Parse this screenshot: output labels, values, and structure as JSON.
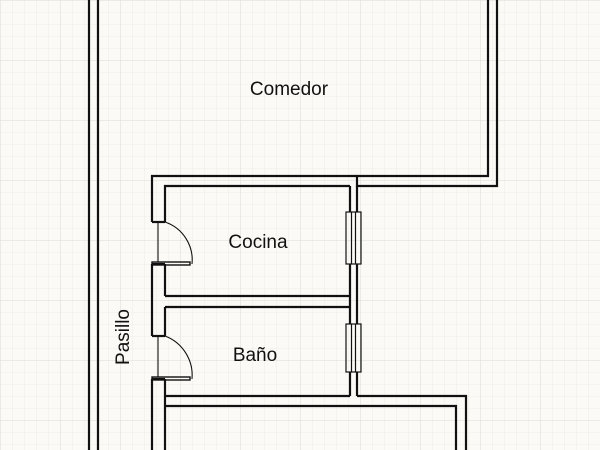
{
  "rooms": {
    "comedor": "Comedor",
    "cocina": "Cocina",
    "bano": "Baño",
    "pasillo": "Pasillo"
  },
  "colors": {
    "background": "#fbfaf6",
    "grid_minor": "#ebe9e2",
    "grid_major": "#dedbd2",
    "wall": "#111111"
  }
}
